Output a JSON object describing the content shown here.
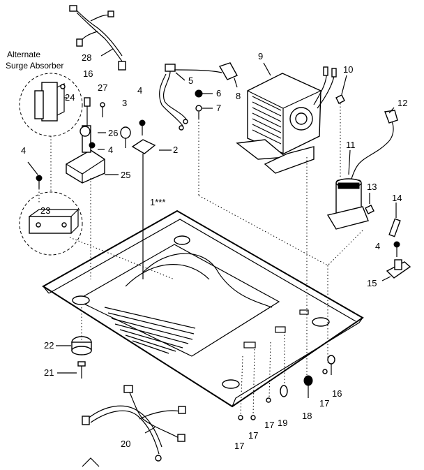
{
  "alternate_label_line1": "Alternate",
  "alternate_label_line2": "Surge Absorber",
  "base_label": "1***",
  "parts": {
    "p2": "2",
    "p3": "3",
    "p4a": "4",
    "p4b": "4",
    "p4c": "4",
    "p4d": "4",
    "p5": "5",
    "p6": "6",
    "p7": "7",
    "p8": "8",
    "p9": "9",
    "p10": "10",
    "p11": "11",
    "p12": "12",
    "p13": "13",
    "p14": "14",
    "p15": "15",
    "p16a": "16",
    "p16b": "16",
    "p17a": "17",
    "p17b": "17",
    "p17c": "17",
    "p17d": "17",
    "p18": "18",
    "p19": "19",
    "p20": "20",
    "p21": "21",
    "p22": "22",
    "p23": "23",
    "p24": "24",
    "p25": "25",
    "p26": "26",
    "p27": "27",
    "p28": "28"
  }
}
